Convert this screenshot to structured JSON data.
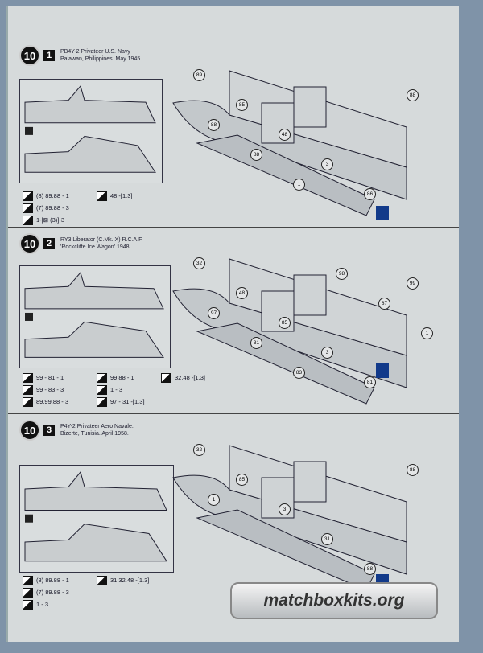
{
  "watermark": "matchboxkits.org",
  "panels": [
    {
      "step": "10",
      "version": "1",
      "caption1": "PB4Y-2 Privateer  U.S. Navy",
      "caption2": "Palawan, Philippines. May 1945.",
      "paints_a": [
        "(8) 89.88 - 1",
        "(7) 89.88 - 3",
        "1-[⊠ (3)]-3"
      ],
      "paints_b": [
        "48 -[1.3]"
      ],
      "paints_c": [],
      "parts": [
        "89",
        "85",
        "48",
        "3",
        "86",
        "88",
        "88",
        "88",
        "1"
      ]
    },
    {
      "step": "10",
      "version": "2",
      "caption1": "RY3 Liberator (C.Mk.IX) R.C.A.F.",
      "caption2": "'Rockcliffe Ice Wagon'   1948.",
      "paints_a": [
        "99 - 81 - 1",
        "99 - 83 - 3",
        "89.99.88 - 3"
      ],
      "paints_b": [
        "99.88 - 1",
        "1 - 3",
        "97 - 31 -[1.3]"
      ],
      "paints_c": [
        "32.48 -[1.3]"
      ],
      "parts": [
        "32",
        "48",
        "85",
        "3",
        "81",
        "99",
        "97",
        "31",
        "83",
        "98",
        "87",
        "1"
      ]
    },
    {
      "step": "10",
      "version": "3",
      "caption1": "P4Y-2 Privateer  Aero Navale.",
      "caption2": "Bizerte, Tunisia.    April 1958.",
      "paints_a": [
        "(8) 89.88 - 1",
        "(7) 89.88 - 3",
        "1 - 3"
      ],
      "paints_b": [
        "31.32.48 -[1.3]"
      ],
      "paints_c": [],
      "parts": [
        "32",
        "85",
        "3",
        "31",
        "88",
        "88",
        "1"
      ]
    }
  ]
}
